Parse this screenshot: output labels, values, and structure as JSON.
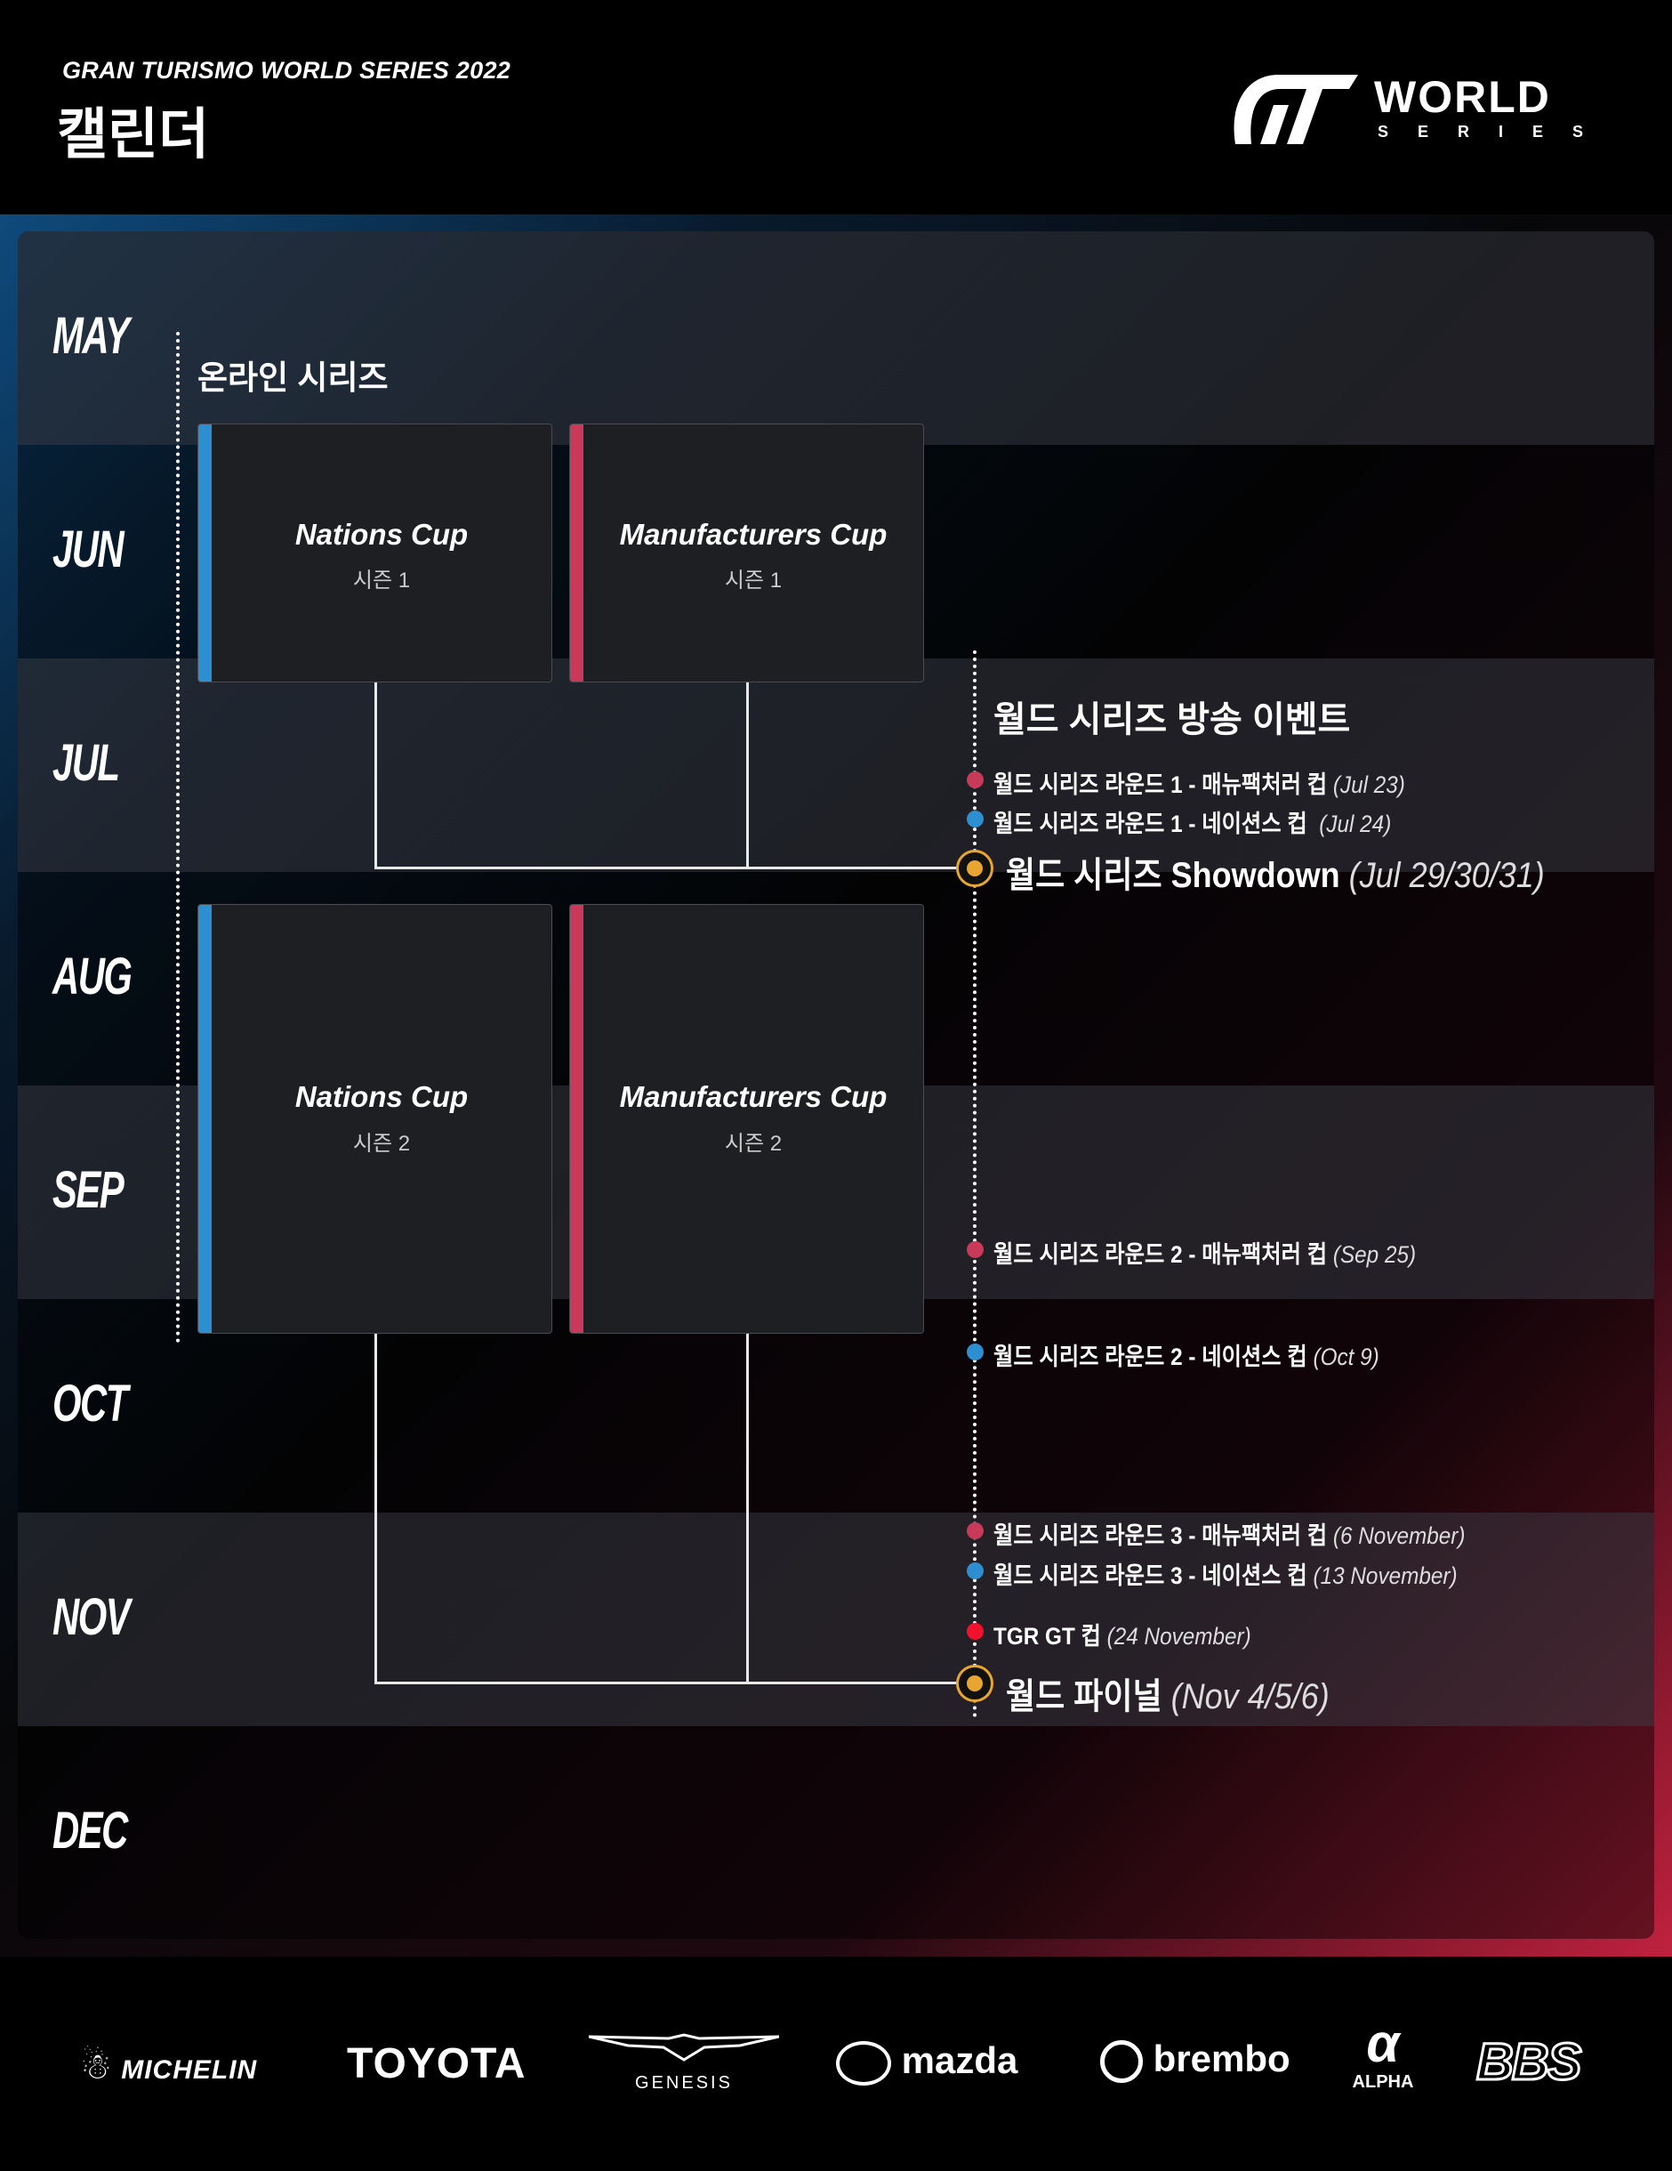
{
  "header": {
    "series_title": "GRAN TURISMO WORLD SERIES 2022",
    "page_title": "캘린더",
    "logo_text": "WORLD",
    "logo_sub": "S E R I E S"
  },
  "months": [
    "MAY",
    "JUN",
    "JUL",
    "AUG",
    "SEP",
    "OCT",
    "NOV",
    "DEC"
  ],
  "online": {
    "title": "온라인 시리즈",
    "cards": [
      {
        "title": "Nations Cup",
        "season": "시즌 1"
      },
      {
        "title": "Manufacturers Cup",
        "season": "시즌 1"
      },
      {
        "title": "Nations Cup",
        "season": "시즌 2"
      },
      {
        "title": "Manufacturers Cup",
        "season": "시즌 2"
      }
    ]
  },
  "broadcast": {
    "title": "월드 시리즈 방송 이벤트",
    "events": [
      {
        "label": "월드 시리즈 라운드 1 - 매뉴팩처러 컵",
        "date": "(Jul 23)"
      },
      {
        "label": "월드 시리즈 라운드 1 - 네이션스 컵",
        "date": "(Jul 24)"
      },
      {
        "label": "월드 시리즈 Showdown",
        "date": "(Jul 29/30/31)"
      },
      {
        "label": "월드 시리즈 라운드 2 - 매뉴팩처러 컵",
        "date": "(Sep 25)"
      },
      {
        "label": "월드 시리즈 라운드 2 - 네이션스 컵",
        "date": "(Oct 9)"
      },
      {
        "label": "월드 시리즈 라운드 3 - 매뉴팩처러 컵",
        "date": "(6 November)"
      },
      {
        "label": "월드 시리즈 라운드 3 - 네이션스 컵",
        "date": "(13 November)"
      },
      {
        "label": "TGR GT 컵",
        "date": "(24 November)"
      },
      {
        "label": "월드 파이널",
        "date": "(Nov 4/5/6)"
      }
    ]
  },
  "colors": {
    "nations": "#2e8fd0",
    "manufacturers": "#c8395a",
    "tgr": "#f0122d",
    "final": "#e8a531"
  },
  "sponsors": [
    "MICHELIN",
    "TOYOTA",
    "GENESIS",
    "mazda",
    "brembo",
    "ALPHA",
    "BBS"
  ]
}
